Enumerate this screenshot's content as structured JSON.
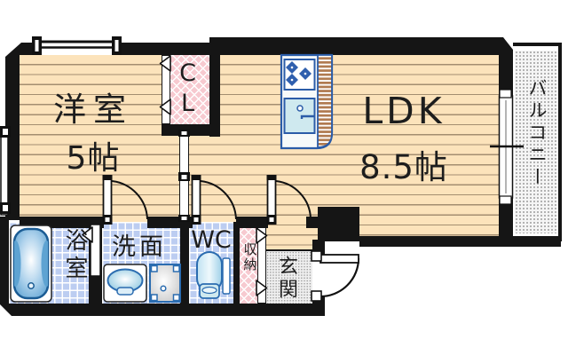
{
  "floorplan": {
    "type": "japanese-apartment-floor-plan",
    "rooms": {
      "western_room": {
        "label": "洋室",
        "size": "5帖"
      },
      "closet": {
        "label": "CL"
      },
      "ldk": {
        "label": "LDK",
        "size": "8.5帖"
      },
      "balcony": {
        "label": "バルコニー"
      },
      "bath": {
        "label": "浴室"
      },
      "washroom": {
        "label": "洗面"
      },
      "toilet": {
        "label": "WC"
      },
      "storage": {
        "label": "収納"
      },
      "entrance": {
        "label": "玄関"
      }
    },
    "colors": {
      "wall": "#151515",
      "wood_floor": "#fce3bb",
      "wet_area_tile": "#bccdf1",
      "closet_pink": "#f7cad0",
      "fixture_blue": "#2b5ca8",
      "counter_brown": "#b07a50",
      "stipple_gray": "#f3f3f3"
    }
  }
}
